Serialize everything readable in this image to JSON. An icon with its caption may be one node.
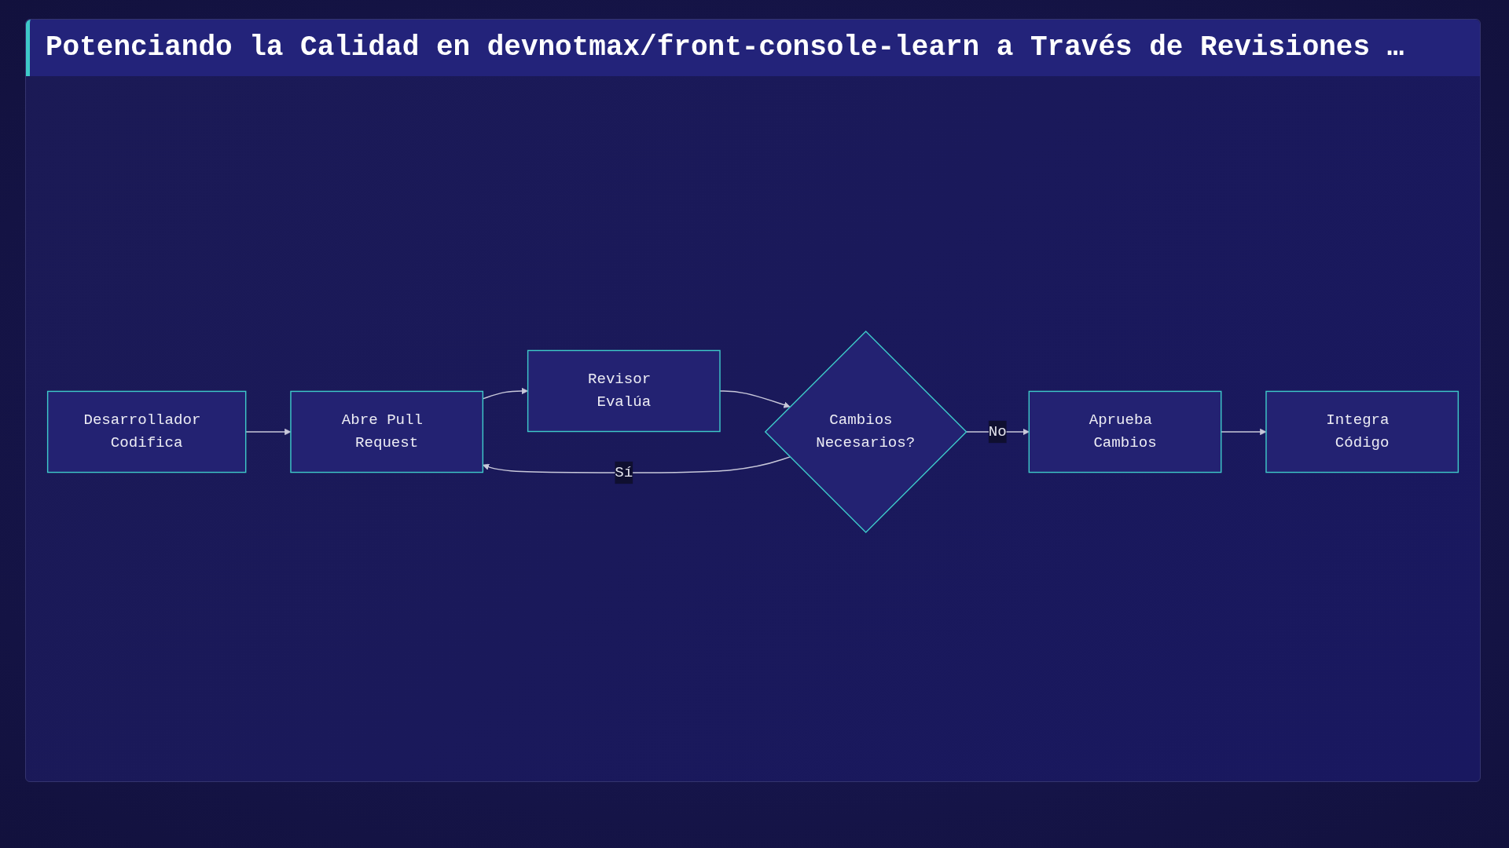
{
  "diagram": {
    "title": "Potenciando la Calidad en devnotmax/front-console-learn a Través de Revisiones …",
    "nodes": [
      {
        "text": [
          "Desarrollador Codifica"
        ]
      },
      {
        "text": [
          "Abre Pull Request"
        ]
      },
      {
        "text": [
          "Revisor Evalúa"
        ]
      },
      {
        "text": [
          "Cambios Necesarios?"
        ]
      },
      {
        "text": [
          "Aprueba Cambios"
        ]
      },
      {
        "text": [
          "Integra Código"
        ]
      }
    ],
    "edges": [
      {
        "from": 0,
        "to": 1,
        "arrow": "to"
      },
      {
        "from": 1,
        "to": 2,
        "arrow": "to"
      },
      {
        "from": 2,
        "to": 3,
        "arrow": "to"
      },
      {
        "from": 3,
        "to": 1,
        "label": "Sí",
        "arrow": "to"
      },
      {
        "from": 3,
        "to": 4,
        "label": "No",
        "arrow": "to"
      },
      {
        "from": 4,
        "to": 5,
        "arrow": "to"
      }
    ]
  }
}
